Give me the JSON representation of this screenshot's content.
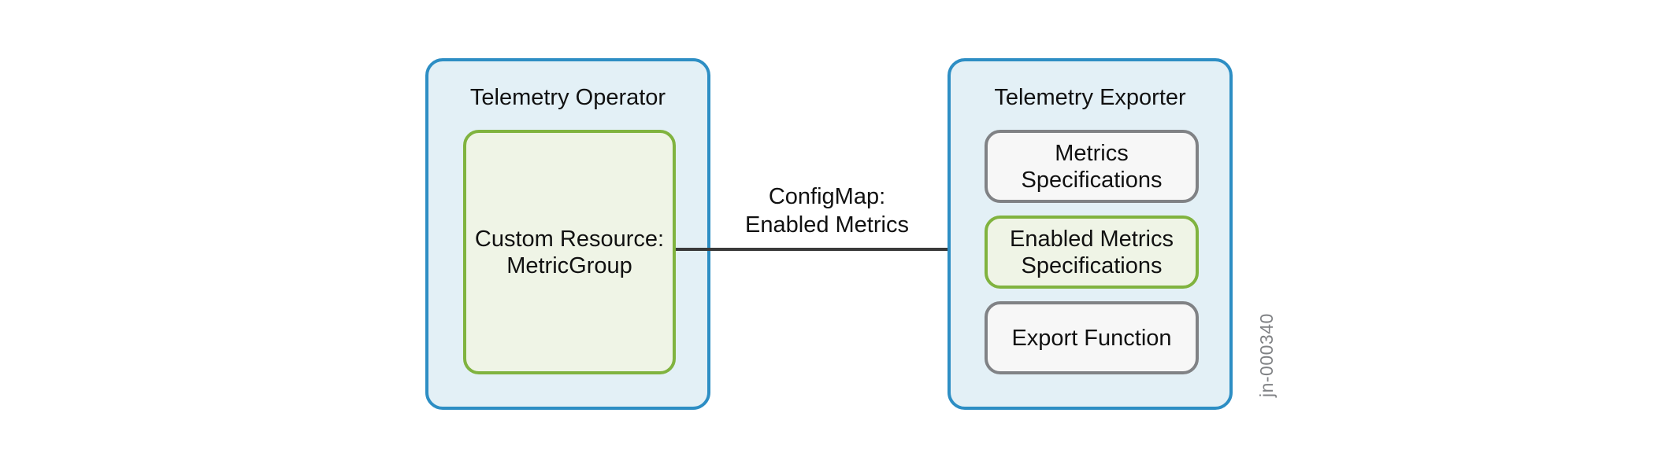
{
  "operator": {
    "title": "Telemetry Operator",
    "resource": {
      "line1": "Custom Resource:",
      "line2": "MetricGroup"
    }
  },
  "arrow": {
    "line1": "ConfigMap:",
    "line2": "Enabled Metrics"
  },
  "exporter": {
    "title": "Telemetry Exporter",
    "items": [
      {
        "line1": "Metrics",
        "line2": "Specifications"
      },
      {
        "line1": "Enabled Metrics",
        "line2": "Specifications"
      },
      {
        "line1": "Export Function",
        "line2": ""
      }
    ]
  },
  "figure_id": "jn-000340",
  "colors": {
    "outer_border": "#2d8ec4",
    "outer_fill": "#e3f0f6",
    "green_border": "#80b33f",
    "green_fill": "#eff4e6",
    "gray_border": "#808285",
    "gray_fill": "#f7f7f7",
    "arrow": "#3a3a3a"
  }
}
